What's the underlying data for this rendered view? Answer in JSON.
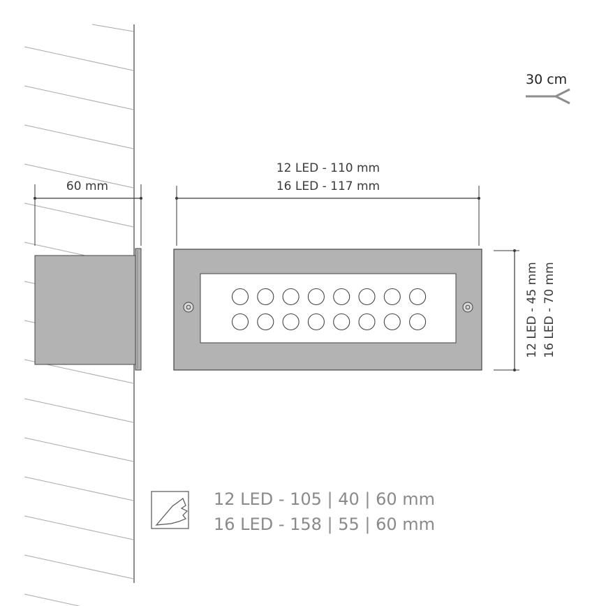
{
  "colors": {
    "body_fill": "#b3b3b3",
    "outline": "#444444",
    "spec_text": "#8a8a8a",
    "dim_text": "#3a3a3a"
  },
  "cable": {
    "label": "30 cm",
    "icon": "cable-icon"
  },
  "side_view": {
    "depth_label": "60 mm"
  },
  "front_view": {
    "width_label_12": "12 LED - 110 mm",
    "width_label_16": "16 LED - 117 mm",
    "height_label_12": "12 LED - 45 mm",
    "height_label_16": "16 LED - 70 mm",
    "led_rows": 2,
    "leds_per_row": 8
  },
  "cutout": {
    "icon": "wall-cutout-icon",
    "line_12": "12 LED - 105 | 40 | 60 mm",
    "line_16": "16 LED - 158 | 55 | 60 mm"
  }
}
